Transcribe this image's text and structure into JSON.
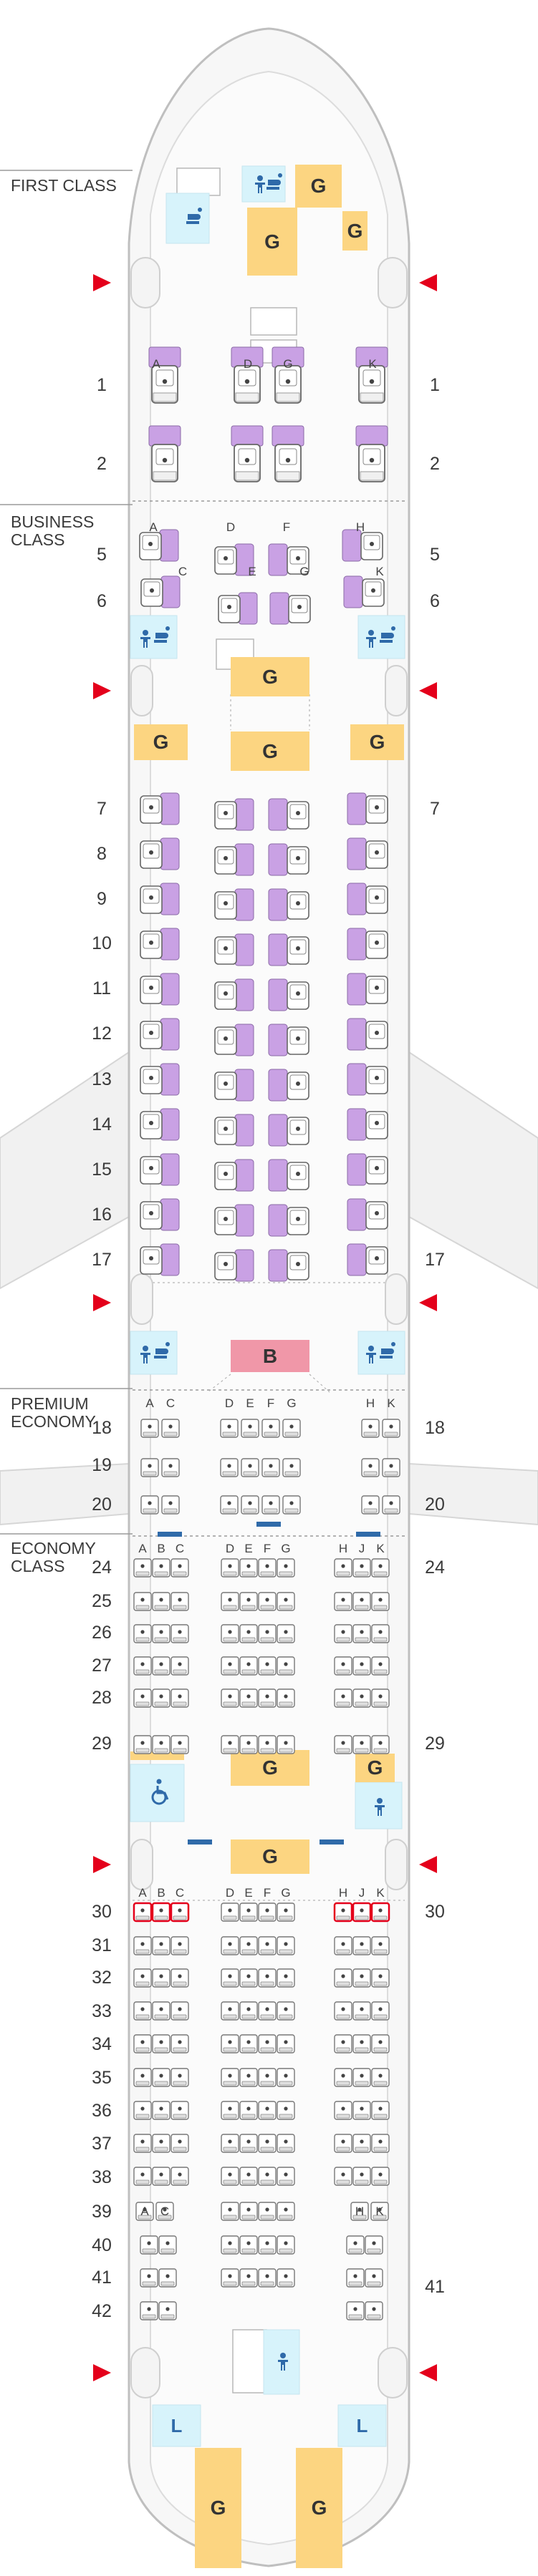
{
  "classes": {
    "first": "FIRST CLASS",
    "business_1": "BUSINESS",
    "business_2": "CLASS",
    "premium_1": "PREMIUM",
    "premium_2": "ECONOMY",
    "economy_1": "ECONOMY",
    "economy_2": "CLASS"
  },
  "facility_labels": {
    "galley": "G",
    "bar": "B",
    "lavatory": "L"
  },
  "rows_left": [
    "1",
    "2",
    "5",
    "6",
    "7",
    "8",
    "9",
    "10",
    "11",
    "12",
    "13",
    "14",
    "15",
    "16",
    "17",
    "18",
    "19",
    "20",
    "24",
    "25",
    "26",
    "27",
    "28",
    "29",
    "30",
    "31",
    "32",
    "33",
    "34",
    "35",
    "36",
    "37",
    "38",
    "39",
    "40",
    "41",
    "42"
  ],
  "rows_right": [
    "1",
    "2",
    "5",
    "6",
    "7",
    "17",
    "18",
    "20",
    "24",
    "29",
    "30",
    "41"
  ],
  "seat_letters": {
    "first": [
      "A",
      "D",
      "G",
      "K"
    ],
    "business_top": [
      "A",
      "D",
      "F",
      "H"
    ],
    "business_bottom": [
      "C",
      "E",
      "G",
      "K"
    ],
    "premium": [
      "A",
      "C",
      "D",
      "E",
      "F",
      "G",
      "H",
      "K"
    ],
    "economy": [
      "A",
      "B",
      "C",
      "D",
      "E",
      "F",
      "G",
      "H",
      "J",
      "K"
    ],
    "row39": [
      "A",
      "C",
      "H",
      "K"
    ]
  },
  "colors": {
    "galley": "#fcd581",
    "bar": "#f097a8",
    "lav": "#d7f3fb",
    "purple": "#c9a1e4",
    "exit": "#e4001b",
    "blue": "#2f6aa9"
  }
}
